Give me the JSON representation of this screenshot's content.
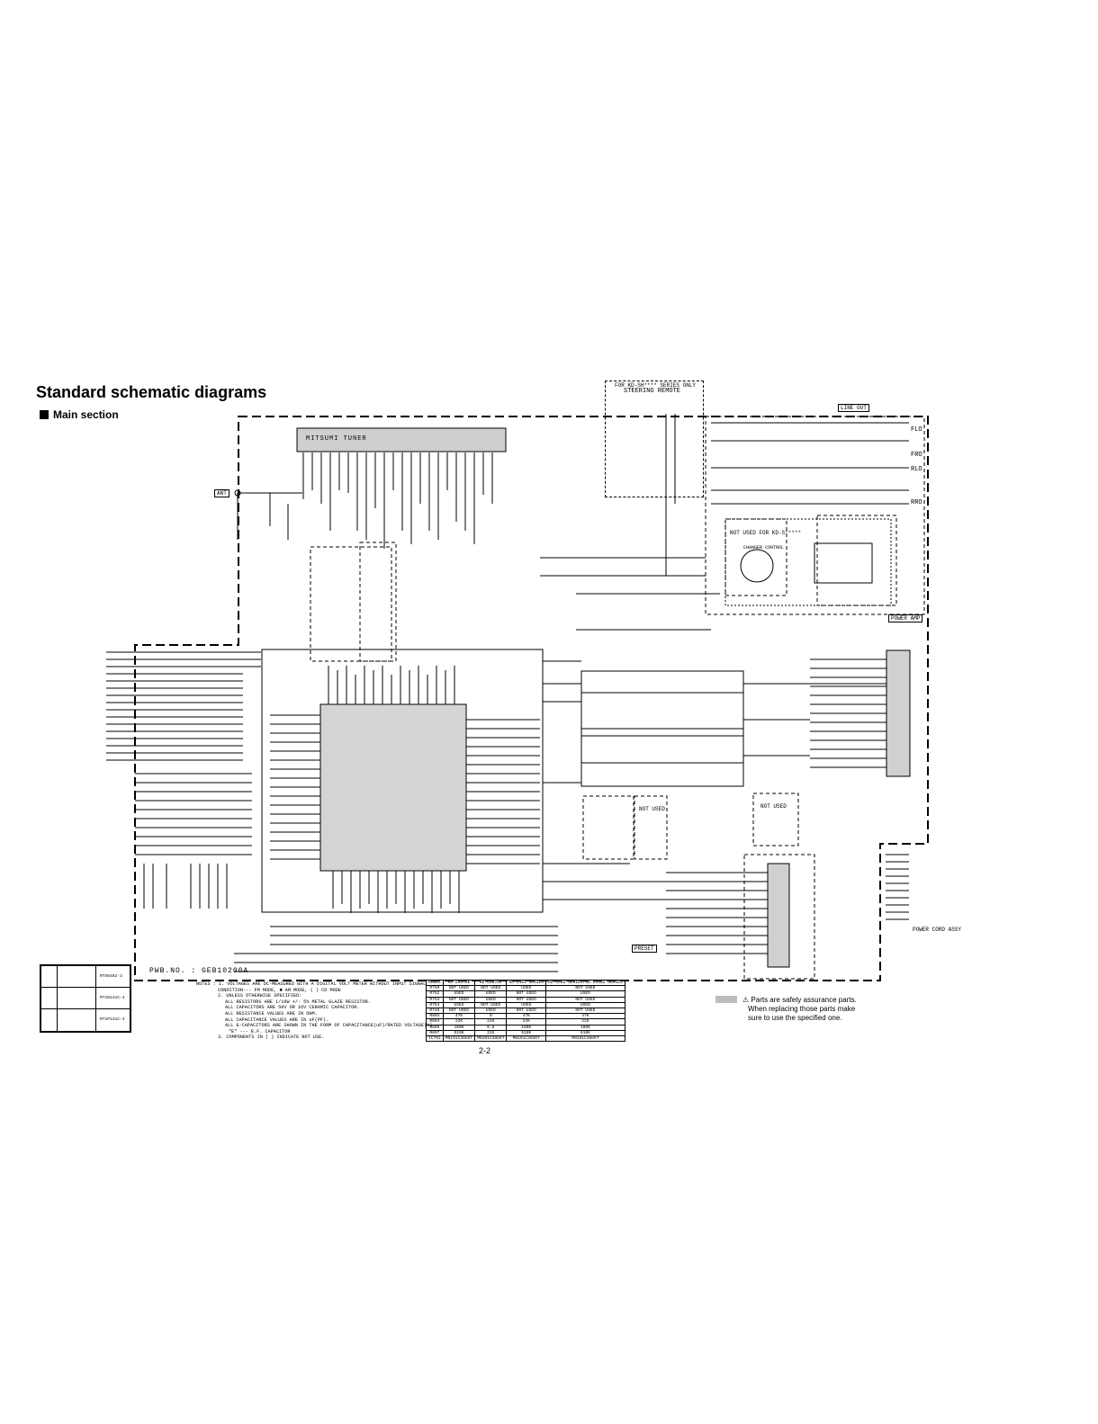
{
  "header": {
    "title": "Standard schematic diagrams",
    "section": "Main section"
  },
  "blocks": {
    "tuner": "MITSUMI TUNER",
    "steering_line1": "FOR KD-SH**** SERIES ONLY",
    "steering_line2": "STEERING REMOTE",
    "line_out": "LINE OUT",
    "not_used_kd": "NOT USED FOR KD-S*****",
    "changer_control": "CHANGER CONTROL",
    "power_amp": "POWER AMP",
    "not_used_1": "NOT USED",
    "not_used_2": "NOT USED",
    "preset": "PRESET",
    "power_cord": "POWER CORD ASSY"
  },
  "labels": {
    "ant": "ANT",
    "flo": "FLO",
    "fro": "FRO",
    "rlo": "RLO",
    "rro": "RRO",
    "pwb_no": "PWB.NO. : GEB10200A"
  },
  "notes": [
    "NOTES : 1. VOLTAGES ARE DC-MEASURED WITH A DIGITAL VOLT METER WITHOUT INPUT SIGNAL",
    "CONDITION--- FM MODE, ■ AM MODE, ( ) CD MODE",
    "2. UNLESS OTHERWISE SPECIFIED:",
    "ALL RESISTORS ARE 1/16W +/- 5% METAL GLAZE RESISTOR.",
    "ALL CAPACITORS ARE 50V OR 16V CERAMIC CAPACITOR.",
    "ALL RESISTANCE VALUES ARE IN OHM.",
    "ALL CAPACITANCE VALUES ARE IN uF(PF).",
    "ALL E-CAPACITORS ARE SHOWN IN THE FORM OF CAPACITANCE(uF)/RATED VOLTAGE(V)",
    "\"E\" --- E.F. CAPACITOR",
    "3. COMPONENTS IN ( ) INDICATE NOT USE."
  ],
  "version_table": {
    "header": [
      "MODEL",
      "KD-G437EE",
      "KD-G387EE",
      "KD-G481 SERIES",
      "KD-G48U SERIES/KD-G4482 SERIES"
    ],
    "rows": [
      [
        "R750",
        "NOT USED",
        "NOT USED",
        "USED",
        "NOT USED"
      ],
      [
        "R752",
        "USED",
        "USED",
        "NOT USED",
        "USED"
      ],
      [
        "R753",
        "NOT USED",
        "USED",
        "NOT USED",
        "NOT USED"
      ],
      [
        "R754",
        "USED",
        "NOT USED",
        "USED",
        "USED"
      ],
      [
        "R748",
        "NOT USED",
        "USED",
        "NOT USED",
        "NOT USED"
      ],
      [
        "R803",
        "47K",
        "0",
        "47K",
        "47K"
      ],
      [
        "R804",
        "22K",
        "22K",
        "22K",
        "22K"
      ],
      [
        "R805",
        "100K",
        "0.8",
        "100K",
        "100K"
      ],
      [
        "R807",
        "510K",
        "22K",
        "510K",
        "510K"
      ],
      [
        "IC701",
        "MN101C38GKT",
        "MN101C38GKT",
        "MN101C38GKT",
        "MN101C38GKT"
      ]
    ]
  },
  "legend": [
    "RTS6482-3",
    "RT1N141C-4",
    "RT1P141C-4"
  ],
  "safety": [
    "Parts are safety assurance parts.",
    "When replacing those parts make",
    "sure to use the specified one."
  ],
  "footer": {
    "page": "2-2"
  }
}
